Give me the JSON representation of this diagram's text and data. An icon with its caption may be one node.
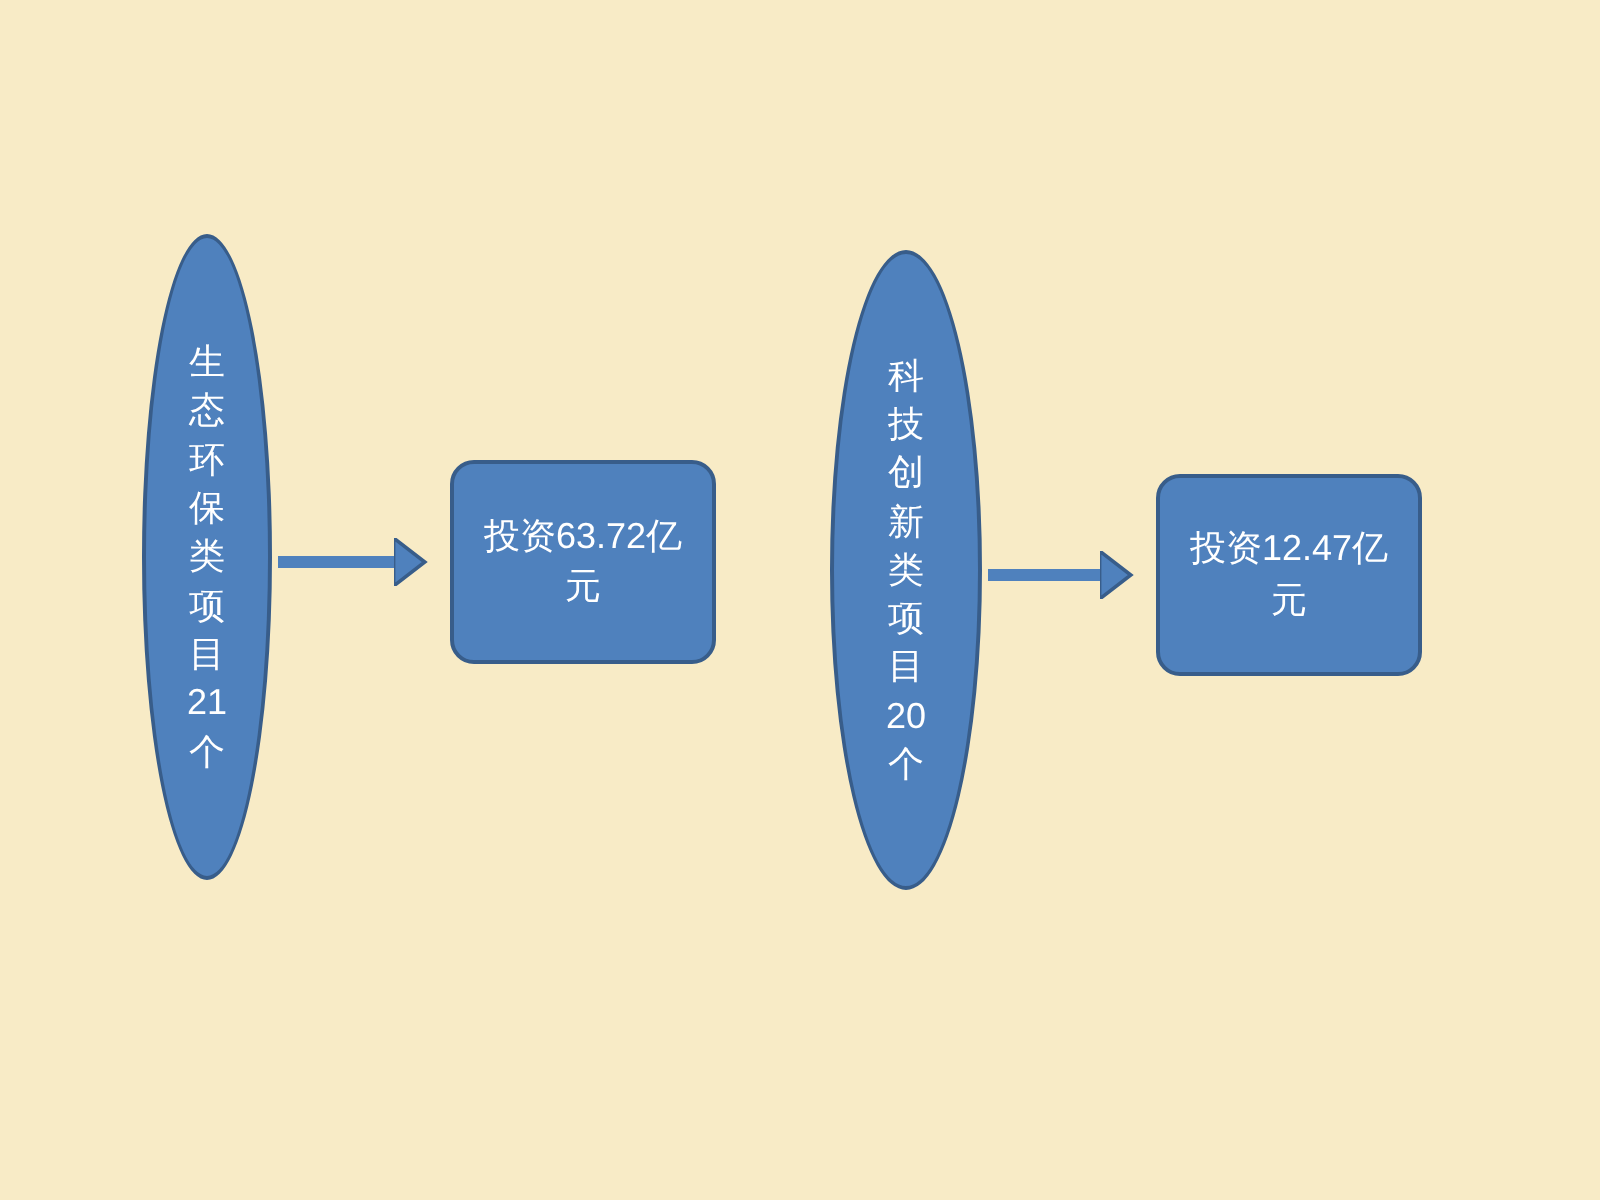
{
  "diagram": {
    "nodes": [
      {
        "text": [
          "生态环保类项目21个"
        ]
      },
      {
        "text": [
          "投资63.72亿元"
        ]
      },
      {
        "text": [
          "科技创新类项目20个"
        ]
      },
      {
        "text": [
          "投资12.47亿元"
        ]
      }
    ],
    "edges": [
      {
        "from": 0,
        "to": 1,
        "arrow": "to"
      },
      {
        "from": 2,
        "to": 3,
        "arrow": "to"
      }
    ]
  }
}
